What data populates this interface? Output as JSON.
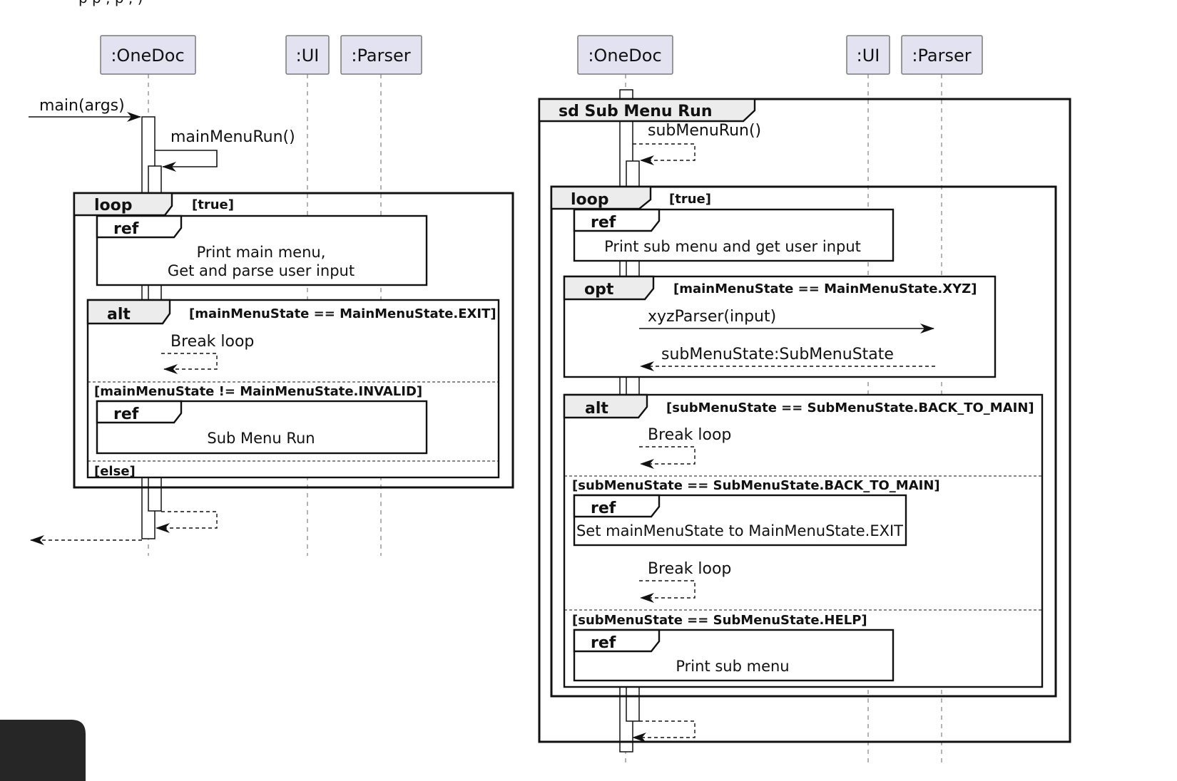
{
  "top_caption": "p                                  p                    ,   p   ,  )",
  "left_diagram": {
    "participants": [
      ":OneDoc",
      ":UI",
      ":Parser"
    ],
    "entry_message": "main(args)",
    "self_call": "mainMenuRun()",
    "loop": {
      "keyword": "loop",
      "guard": "[true]"
    },
    "ref_input": {
      "keyword": "ref",
      "line1": "Print main menu,",
      "line2": "Get and parse user input"
    },
    "alt": {
      "keyword": "alt",
      "guard": "[mainMenuState == MainMenuState.EXIT]",
      "break_label": "Break loop",
      "guard2": "[mainMenuState != MainMenuState.INVALID]",
      "ref_keyword": "ref",
      "ref_text": "Sub Menu Run",
      "else_guard": "[else]"
    }
  },
  "right_diagram": {
    "participants": [
      ":OneDoc",
      ":UI",
      ":Parser"
    ],
    "sd_title": "sd Sub Menu Run",
    "self_call": "subMenuRun()",
    "loop": {
      "keyword": "loop",
      "guard": "[true]"
    },
    "ref_input": {
      "keyword": "ref",
      "text": "Print sub menu and get user input"
    },
    "opt": {
      "keyword": "opt",
      "guard": "[mainMenuState == MainMenuState.XYZ]",
      "call": "xyzParser(input)",
      "return": "subMenuState:SubMenuState"
    },
    "alt": {
      "keyword": "alt",
      "guard": "[subMenuState == SubMenuState.BACK_TO_MAIN]",
      "break_label_1": "Break loop",
      "guard2": "[subMenuState == SubMenuState.BACK_TO_MAIN]",
      "ref2_keyword": "ref",
      "ref2_text": "Set mainMenuState to MainMenuState.EXIT",
      "break_label_2": "Break loop",
      "guard3": "[subMenuState == SubMenuState.HELP]",
      "ref3_keyword": "ref",
      "ref3_text": "Print sub menu"
    }
  }
}
